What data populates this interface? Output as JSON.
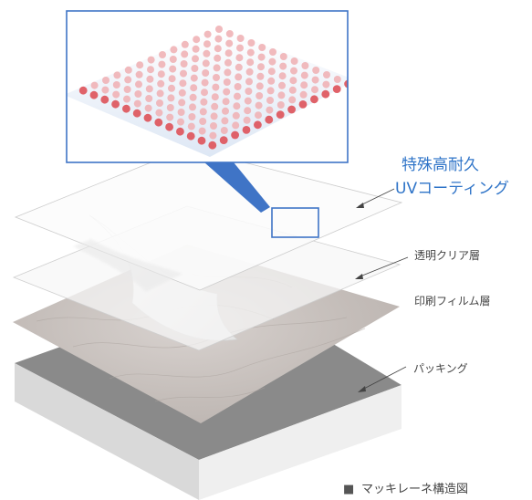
{
  "colors": {
    "accent_blue": "#3f74c6",
    "highlight_label": "#2f74c8",
    "dot_red": "#de5a61",
    "dot_pink": "#efb3b6",
    "film_marble": "#c8c1bd",
    "base_dark": "#8b8b8b",
    "base_light": "#dcdcdc",
    "clear_layer": "#f6f6f6"
  },
  "labels": {
    "uv_line1": "特殊高耐久",
    "uv_line2": "UVコーティング",
    "clear": "透明クリア層",
    "print": "印刷フィルム層",
    "packing": "パッキング"
  },
  "caption": {
    "mark": "■",
    "text": "マッキレーネ構造図"
  }
}
